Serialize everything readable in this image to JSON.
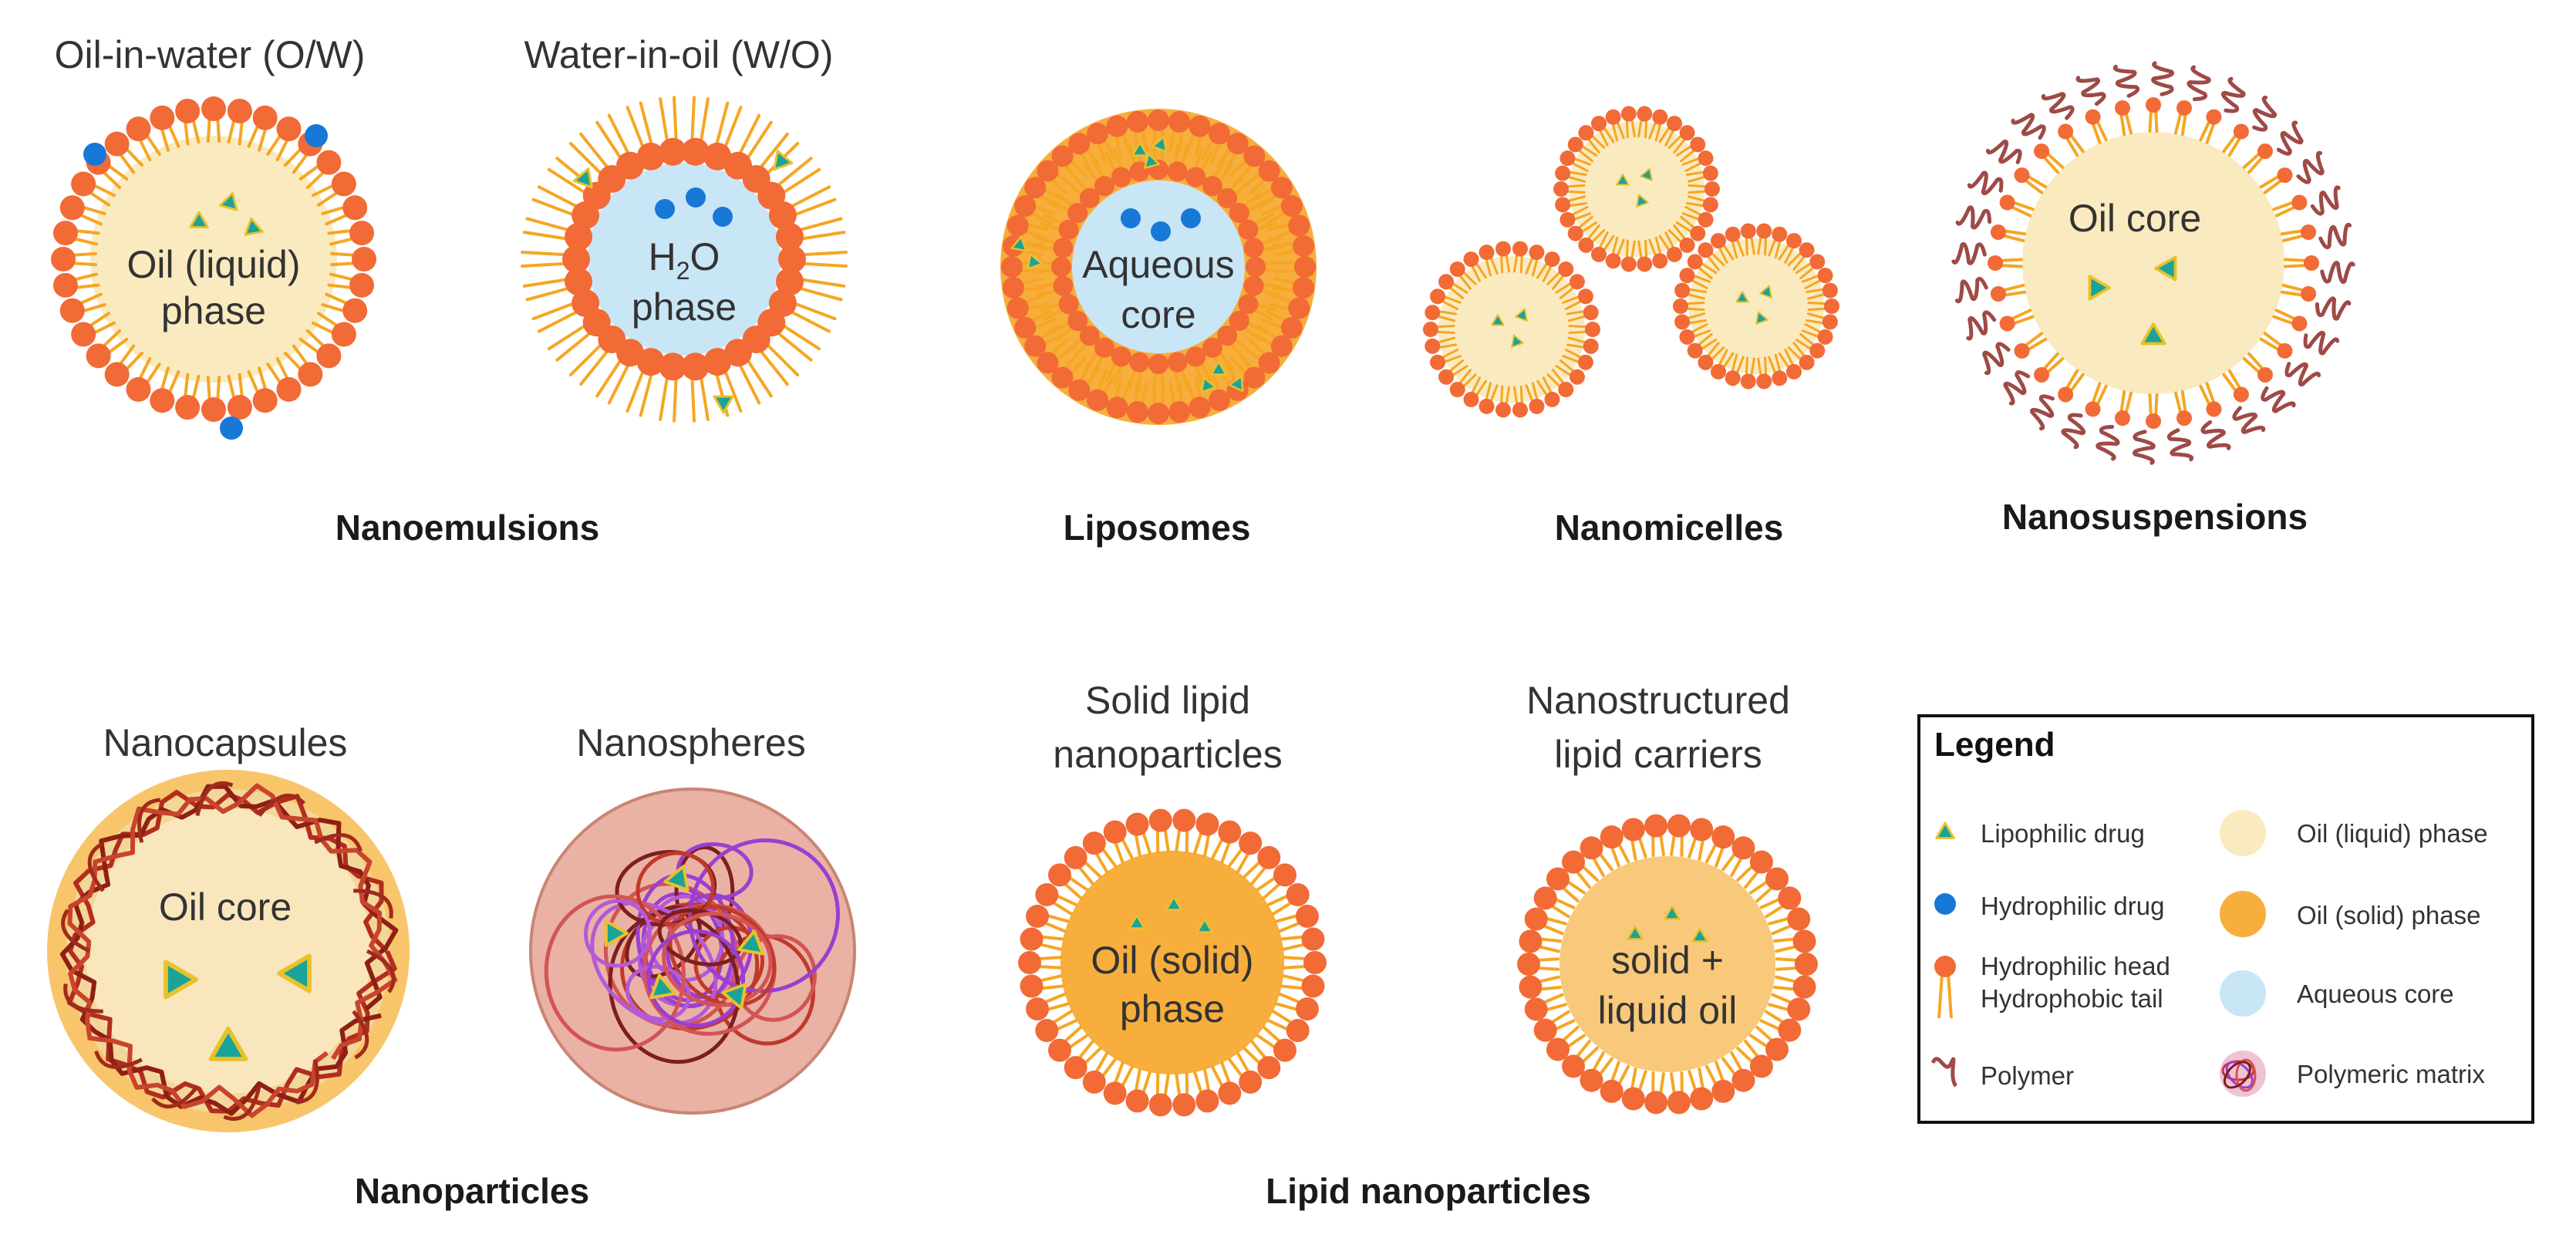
{
  "labels": {
    "ow": "Oil-in-water (O/W)",
    "wo": "Water-in-oil (W/O)",
    "nanocapsules": "Nanocapsules",
    "nanospheres": "Nanospheres",
    "sln_1": "Solid lipid",
    "sln_2": "nanoparticles",
    "nlc_1": "Nanostructured",
    "nlc_2": "lipid carriers"
  },
  "categories": {
    "nanoemulsions": "Nanoemulsions",
    "liposomes": "Liposomes",
    "nanomicelles": "Nanomicelles",
    "nanosuspensions": "Nanosuspensions",
    "nanoparticles": "Nanoparticles",
    "lipid_nanoparticles": "Lipid nanoparticles"
  },
  "inner": {
    "ow_1": "Oil (liquid)",
    "ow_2": "phase",
    "wo_h": "H",
    "wo_sub": "2",
    "wo_o": "O",
    "wo_2": "phase",
    "lipo_1": "Aqueous",
    "lipo_2": "core",
    "susp": "Oil core",
    "caps": "Oil core",
    "sln_1": "Oil (solid)",
    "sln_2": "phase",
    "nlc_1": "solid +",
    "nlc_2": "liquid oil"
  },
  "legend": {
    "title": "Legend",
    "lipophilic": "Lipophilic drug",
    "hydrophilic": "Hydrophilic drug",
    "head": "Hydrophilic head",
    "tail": "Hydrophobic tail",
    "polymer": "Polymer",
    "oil_liquid": "Oil (liquid) phase",
    "oil_solid": "Oil (solid) phase",
    "aqueous": "Aqueous core",
    "matrix": "Polymeric matrix"
  },
  "colors": {
    "head": "#f26a36",
    "tail": "#f5a623",
    "oil_liquid": "#faeac0",
    "oil_solid": "#f7ae3c",
    "aqueous": "#c9e6f6",
    "drug": "#1aa39a",
    "drug_edge": "#e8c22a",
    "hydrophilic": "#1778d8",
    "polymer": "#9e4a46"
  }
}
